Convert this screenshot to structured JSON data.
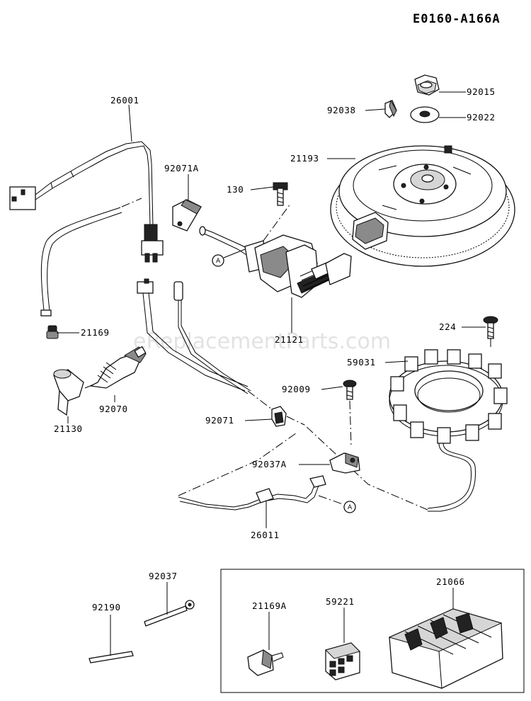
{
  "diagram": {
    "code": "E0160-A166A",
    "watermark": "eReplacementParts.com",
    "ref_marker": "A",
    "labels": {
      "p26001": "26001",
      "p92071A": "92071A",
      "p130": "130",
      "p92038": "92038",
      "p92015": "92015",
      "p92022": "92022",
      "p21193": "21193",
      "p21169": "21169",
      "p21121": "21121",
      "p224": "224",
      "p59031": "59031",
      "p92009": "92009",
      "p92070": "92070",
      "p21130": "21130",
      "p92071": "92071",
      "p92037A": "92037A",
      "p26011": "26011",
      "p92037": "92037",
      "p92190": "92190",
      "p21169A": "21169A",
      "p59221": "59221",
      "p21066": "21066"
    }
  }
}
